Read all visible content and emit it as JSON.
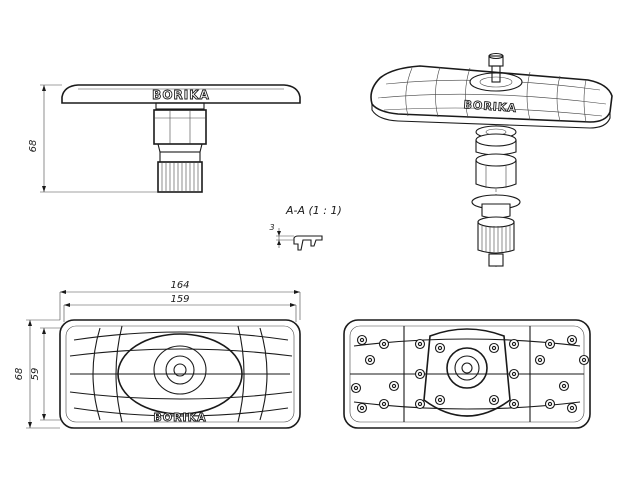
{
  "drawing": {
    "brand": "BORIKA",
    "section_label": "A-A (1 : 1)",
    "dimensions": {
      "height_side": "68",
      "section_thickness": "3",
      "overall_length": "164",
      "inner_length": "159",
      "overall_height": "68",
      "inner_height": "59"
    }
  }
}
